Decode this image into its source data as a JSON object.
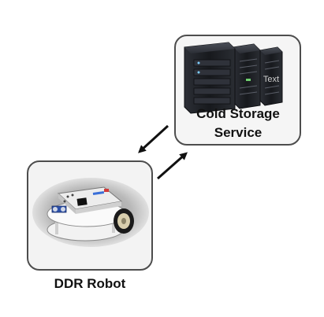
{
  "nodes": {
    "storage": {
      "label_line1": "Cold Storage",
      "label_line2": "Service",
      "server_text": "Text",
      "icon": "server-rack-icon"
    },
    "robot": {
      "label": "DDR Robot",
      "icon": "robot-icon"
    }
  },
  "edges": [
    {
      "from": "storage",
      "to": "robot",
      "style": "arrow"
    },
    {
      "from": "robot",
      "to": "storage",
      "style": "arrow"
    }
  ],
  "colors": {
    "box_border": "#4d4d4d",
    "box_fill": "#f3f3f3",
    "arrow": "#111111",
    "server_body": "#1d1f24",
    "robot_body": "#e9e9e9"
  }
}
